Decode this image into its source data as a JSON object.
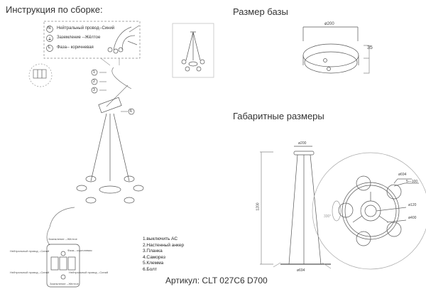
{
  "headings": {
    "assembly": "Инструкция по сборке:",
    "base_size": "Размер базы",
    "overall_dimensions": "Габаритные размеры",
    "article": "Артикул: CLT 027C6 D700"
  },
  "wire_legend": [
    {
      "symbol": "N",
      "label": "Нейтральный провод--Синий"
    },
    {
      "symbol": "⏚",
      "label": "Заземление --Жёлтое"
    },
    {
      "symbol": "L",
      "label": "Фаза-- коричневая"
    }
  ],
  "steps": [
    "1.выключить АС",
    "2.Настенный   анкер",
    "3.Планка",
    "4.Саморез",
    "5.Клемма",
    "6.Болт"
  ],
  "wiring_labels": {
    "ground_top": "Заземление --Жёлтое",
    "neutral_left_top": "Нейтральный провод --Синий",
    "phase_right": "Фаза-- коричневая",
    "neutral_left_bottom": "Нейтральный провод --Синий",
    "neutral_right_bottom": "Нейтральный провод --Синий",
    "ground_bottom": "Заземление --Жёлтое"
  },
  "callouts": [
    "1",
    "2",
    "3",
    "6"
  ],
  "base_dims": {
    "diameter": "ø200",
    "height": "35"
  },
  "side_dims": {
    "top": "ø200",
    "height": "1200",
    "bottom": "ø694"
  },
  "top_dims": {
    "outer": "ø694",
    "disc": "5—100",
    "center": "ø120",
    "ring": "ø400",
    "angle": "330°"
  }
}
